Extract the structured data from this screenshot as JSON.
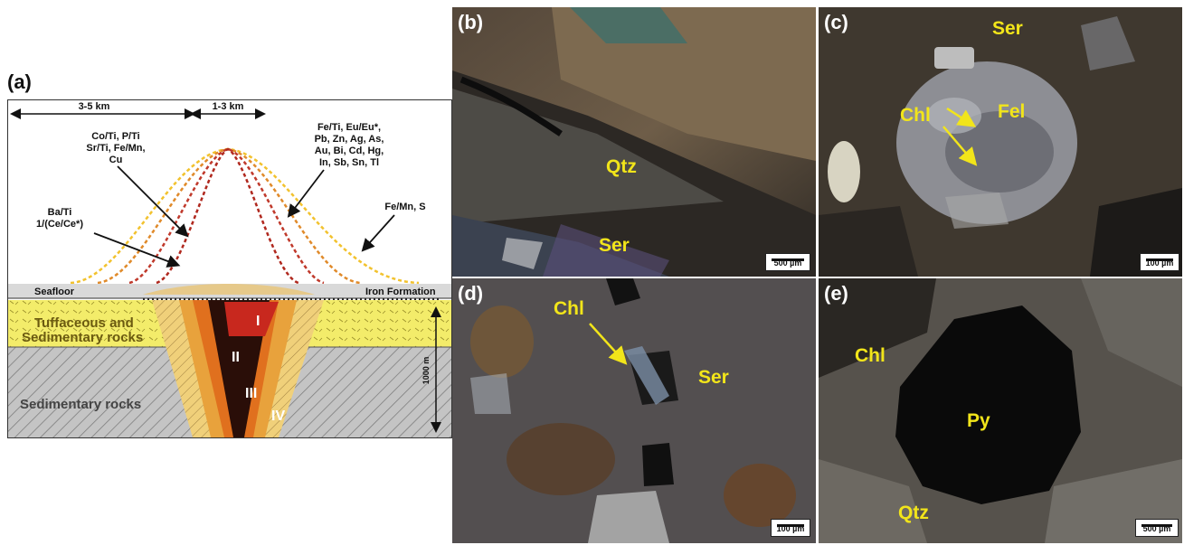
{
  "panel_a": {
    "label": "(a)",
    "dist_left": "3-5 km",
    "dist_center": "1-3 km",
    "elements_left": [
      "Co/Ti, P/Ti",
      "Sr/Ti, Fe/Mn,",
      "Cu"
    ],
    "elements_right": [
      "Fe/Ti, Eu/Eu*,",
      "Pb, Zn, Ag, As,",
      "Au, Bi, Cd, Hg,",
      "In, Sb, Sn, Tl"
    ],
    "elements_ba": [
      "Ba/Ti",
      "1/(Ce/Ce*)"
    ],
    "elements_femn": "Fe/Mn, S",
    "seafloor": "Seafloor",
    "iron_formation": "Iron Formation",
    "tuff_line1": "Tuffaceous and",
    "tuff_line2": "Sedimentary rocks",
    "sed_rocks": "Sedimentary rocks",
    "zones": [
      "I",
      "II",
      "III",
      "IV"
    ],
    "depth": "1000 m"
  },
  "panel_b": {
    "label": "(b)",
    "minerals": [
      "Qtz",
      "Ser"
    ],
    "scale": "500 µm"
  },
  "panel_c": {
    "label": "(c)",
    "minerals": [
      "Ser",
      "Chl",
      "Fel"
    ],
    "scale": "100 µm"
  },
  "panel_d": {
    "label": "(d)",
    "minerals": [
      "Chl",
      "Ser"
    ],
    "scale": "100 µm"
  },
  "panel_e": {
    "label": "(e)",
    "minerals": [
      "Chl",
      "Py",
      "Qtz"
    ],
    "scale": "500 µm"
  },
  "colors": {
    "seafloor_band": "#d9d9d9",
    "tuff_yellow": "#f3ec6a",
    "sed_gray": "#bfbfbf",
    "zone_I": "#c8281e",
    "zone_II": "#e0701e",
    "zone_III": "#e8a23c",
    "zone_IV": "#f0d07a",
    "curve_inner": "#c0392b",
    "curve_mid": "#e08a2a",
    "curve_outer": "#f2c22e",
    "mineral_label": "#f2e51a"
  }
}
